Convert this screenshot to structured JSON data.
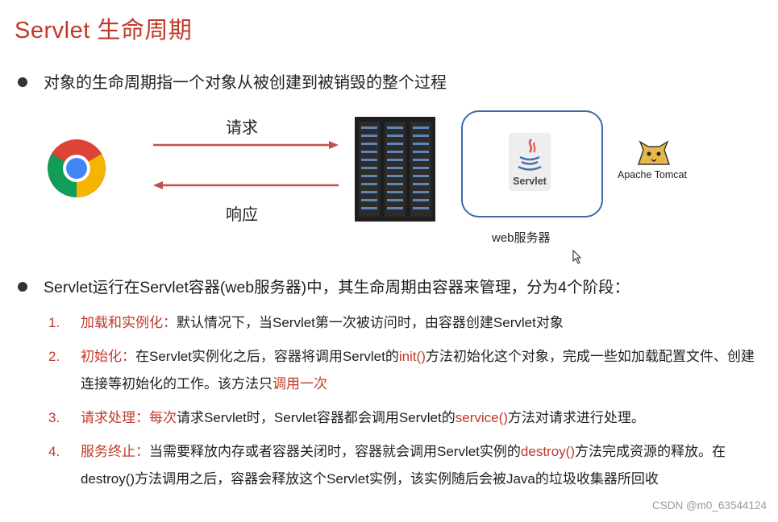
{
  "title": "Servlet 生命周期",
  "bullet1": "对象的生命周期指一个对象从被创建到被销毁的整个过程",
  "diagram": {
    "request_label": "请求",
    "response_label": "响应",
    "servlet_icon_label": "Servlet",
    "web_server_caption": "web服务器",
    "tomcat_label": "Apache Tomcat",
    "colors": {
      "arrow": "#c0504d",
      "box_border": "#3d6aa8"
    }
  },
  "bullet2": "Servlet运行在Servlet容器(web服务器)中，其生命周期由容器来管理，分为4个阶段：",
  "steps": [
    {
      "num": "1.",
      "title": "加载和实例化：",
      "p1": "默认情况下，当Servlet第一次被访问时，由容器创建Servlet对象"
    },
    {
      "num": "2.",
      "title": "初始化：",
      "p1": "在Servlet实例化之后，容器将调用Servlet的",
      "code": "init()",
      "p2": "方法初始化这个对象，完成一些如加载配置文件、创建连接等初始化的工作。该方法只",
      "emph": "调用一次"
    },
    {
      "num": "3.",
      "title": "请求处理：每次",
      "p1": "请求Servlet时，Servlet容器都会调用Servlet的",
      "code": "service()",
      "p2": "方法对请求进行处理。"
    },
    {
      "num": "4.",
      "title": "服务终止：",
      "p1": "当需要释放内存或者容器关闭时，容器就会调用Servlet实例的",
      "code": "destroy()",
      "p2": "方法完成资源的释放。在destroy()方法调用之后，容器会释放这个Servlet实例，该实例随后会被Java的垃圾收集器所回收"
    }
  ],
  "watermark": "CSDN @m0_63544124",
  "accent": "#c0392b"
}
